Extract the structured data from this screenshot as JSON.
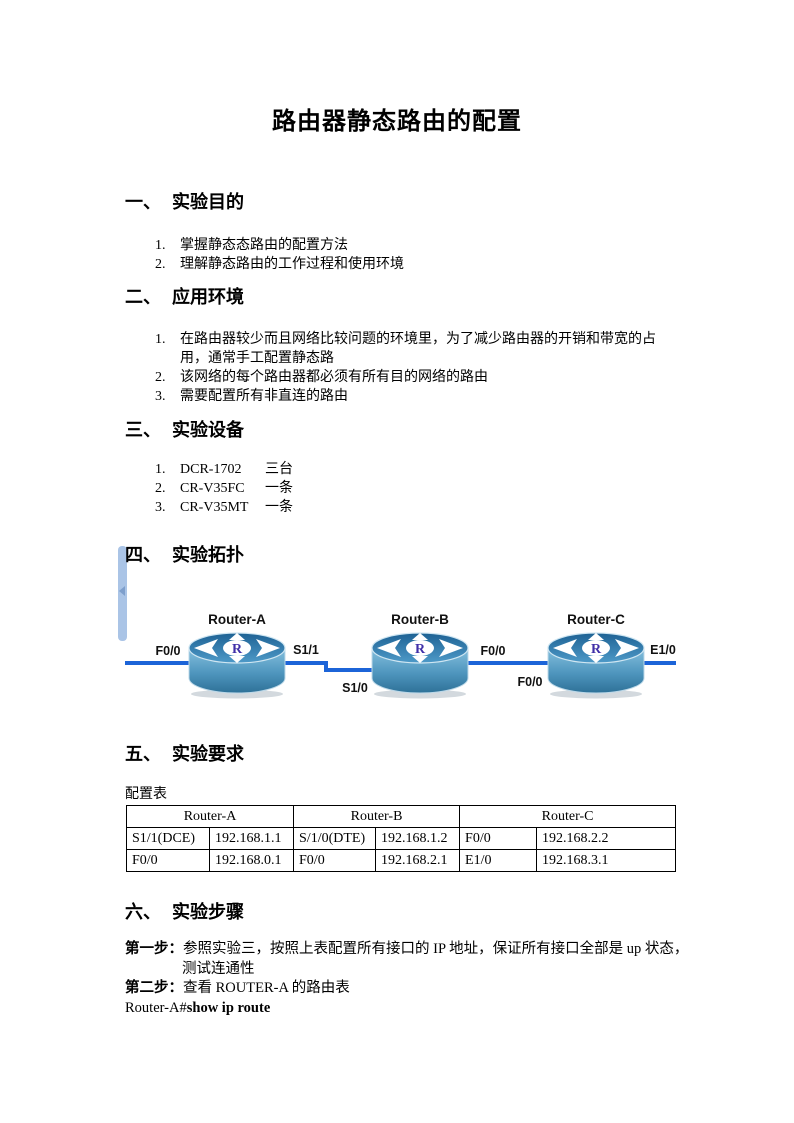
{
  "document": {
    "title": "路由器静态路由的配置"
  },
  "sections": {
    "purpose": {
      "number": "一、",
      "title": "实验目的",
      "items": [
        {
          "no": "1.",
          "text": "掌握静态态路由的配置方法"
        },
        {
          "no": "2.",
          "text": "理解静态路由的工作过程和使用环境"
        }
      ]
    },
    "environment": {
      "number": "二、",
      "title": "应用环境",
      "items": [
        {
          "no": "1.",
          "text": "在路由器较少而且网络比较问题的环境里，为了减少路由器的开销和带宽的占用，通常手工配置静态路"
        },
        {
          "no": "2.",
          "text": "该网络的每个路由器都必须有所有目的网络的路由"
        },
        {
          "no": "3.",
          "text": "需要配置所有非直连的路由"
        }
      ]
    },
    "equipment": {
      "number": "三、",
      "title": "实验设备",
      "items": [
        {
          "no": "1.",
          "name": "DCR-1702",
          "qty": "三台"
        },
        {
          "no": "2.",
          "name": "CR-V35FC",
          "qty": "一条"
        },
        {
          "no": "3.",
          "name": "CR-V35MT",
          "qty": "一条"
        }
      ]
    },
    "topology": {
      "number": "四、",
      "title": "实验拓扑"
    },
    "requirements": {
      "number": "五、",
      "title": "实验要求"
    },
    "steps": {
      "number": "六、",
      "title": "实验步骤"
    }
  },
  "topology": {
    "routers": [
      {
        "name": "Router-A",
        "glyph": "R"
      },
      {
        "name": "Router-B",
        "glyph": "R"
      },
      {
        "name": "Router-C",
        "glyph": "R"
      }
    ],
    "port_labels": {
      "a_left": "F0/0",
      "a_right": "S1/1",
      "b_left": "S1/0",
      "b_right": "F0/0",
      "c_left": "F0/0",
      "c_right": "E1/0"
    }
  },
  "config_table": {
    "caption": "配置表",
    "headers": [
      "Router-A",
      "Router-B",
      "Router-C"
    ],
    "rows": [
      [
        "S1/1(DCE)",
        "192.168.1.1",
        "S/1/0(DTE)",
        "192.168.1.2",
        "F0/0",
        "192.168.2.2"
      ],
      [
        "F0/0",
        "192.168.0.1",
        "F0/0",
        "192.168.2.1",
        "E1/0",
        "192.168.3.1"
      ]
    ]
  },
  "steps": {
    "step1": {
      "label": "第一步：",
      "line1": "参照实验三，按照上表配置所有接口的 IP 地址，保证所有接口全部是 up 状态，",
      "line2": "测试连通性"
    },
    "step2": {
      "label": "第二步：",
      "text": "查看 ROUTER-A 的路由表"
    },
    "command_prompt": "Router-A#",
    "command": "show ip route"
  },
  "colors": {
    "link_line": "#1c64d8",
    "router_letter": "#3f2fa8",
    "anchor_bar": "#aac4e6"
  }
}
